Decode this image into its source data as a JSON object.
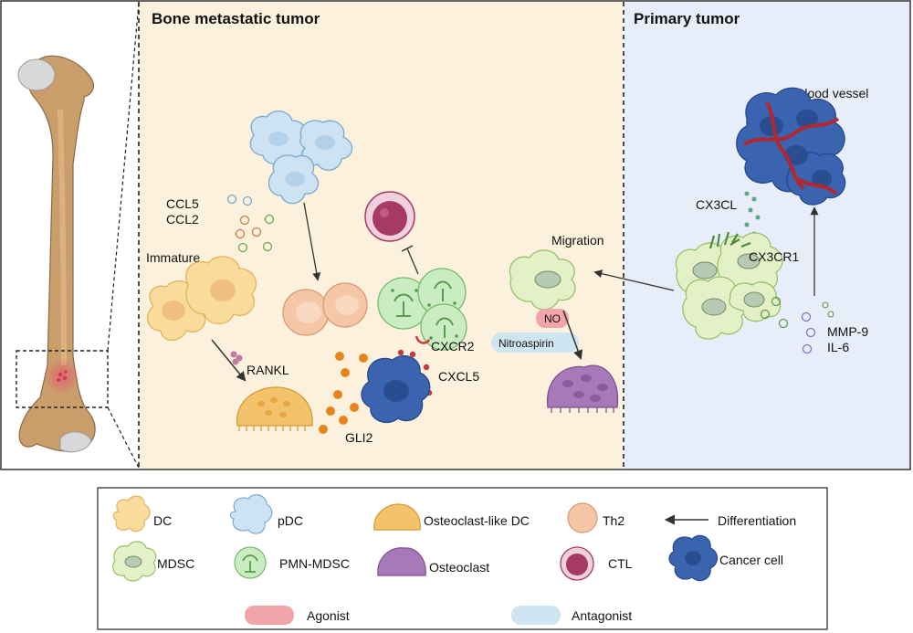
{
  "panels": {
    "bone_metastatic_title": "Bone metastatic tumor",
    "primary_title": "Primary tumor"
  },
  "labels": {
    "ccl5": "CCL5",
    "ccl2": "CCL2",
    "immature": "Immature",
    "rankl": "RANKL",
    "cxcr2": "CXCR2",
    "cxcl5": "CXCL5",
    "gli2": "GLI2",
    "migration": "Migration",
    "no": "NO",
    "nitroaspirin": "Nitroaspirin",
    "blood_vessel": "Blood vessel",
    "cx3cl": "CX3CL",
    "cx3cr1": "CX3CR1",
    "mmp9": "MMP-9",
    "il6": "IL-6"
  },
  "legend": {
    "dc": "DC",
    "pdc": "pDC",
    "osteoclast_like_dc": "Osteoclast-like DC",
    "th2": "Th2",
    "differentiation": "Differentiation",
    "mdsc": "MDSC",
    "pmn_mdsc": "PMN-MDSC",
    "osteoclast": "Osteoclast",
    "ctl": "CTL",
    "cancer_cell": "Cancer cell",
    "agonist": "Agonist",
    "antagonist": "Antagonist"
  },
  "colors": {
    "bone_panel_bg": "#fcf1dc",
    "primary_panel_bg": "#e7eef9",
    "dc": "#f9dc9c",
    "pdc": "#cde2f2",
    "osteoclast_like_dc": "#f2c36a",
    "th2": "#f5c7a8",
    "mdsc": "#e4f1c7",
    "pmn_mdsc": "#c9ecc3",
    "osteoclast": "#a779b8",
    "ctl": "#a53b64",
    "cancer_cell": "#3a63b0",
    "agonist": "#f2a5a8",
    "antagonist": "#cfe6f2",
    "chemokine_orange": "#e8841f",
    "chemokine_red": "#c83a3f"
  },
  "icons": {
    "bone": "femur-bone-icon",
    "arrow": "arrow-icon"
  }
}
